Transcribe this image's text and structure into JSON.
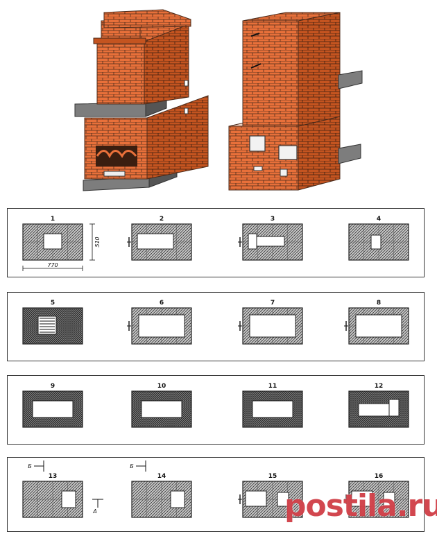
{
  "colors": {
    "brick": "#e8703a",
    "brick_dark": "#c45420",
    "mortar": "#4a2a1a",
    "stone": "#7d7d7d",
    "stone_dark": "#555555",
    "hatch": "#3a3a3a",
    "watermark": "#c81e28"
  },
  "rows": [
    {
      "courses": [
        {
          "number": "1",
          "variant": "base-hole"
        },
        {
          "number": "2",
          "variant": "ash-door"
        },
        {
          "number": "3",
          "variant": "ash-door-split"
        },
        {
          "number": "4",
          "variant": "small-hole"
        }
      ]
    },
    {
      "courses": [
        {
          "number": "5",
          "variant": "grate"
        },
        {
          "number": "6",
          "variant": "fire-door"
        },
        {
          "number": "7",
          "variant": "fire-door"
        },
        {
          "number": "8",
          "variant": "fire-door"
        }
      ]
    },
    {
      "courses": [
        {
          "number": "9",
          "variant": "ring"
        },
        {
          "number": "10",
          "variant": "ring"
        },
        {
          "number": "11",
          "variant": "ring"
        },
        {
          "number": "12",
          "variant": "ring-step"
        }
      ]
    },
    {
      "courses": [
        {
          "number": "13",
          "variant": "slab-hole"
        },
        {
          "number": "14",
          "variant": "slab-hole"
        },
        {
          "number": "15",
          "variant": "door-hole"
        },
        {
          "number": "16",
          "variant": "door-hole"
        }
      ]
    }
  ],
  "dimensions": {
    "width": "770",
    "depth": "510"
  },
  "section_marks": {
    "a": "A",
    "b": "Б"
  },
  "watermark": "postila.ru"
}
